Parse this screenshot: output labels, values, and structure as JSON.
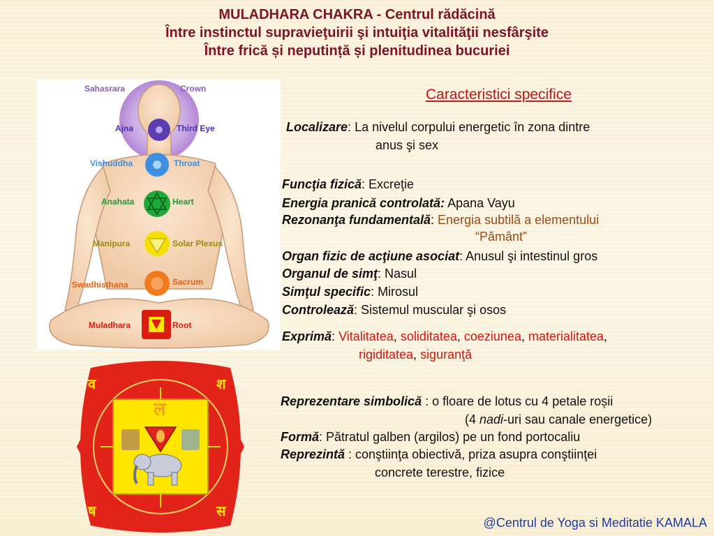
{
  "title": {
    "line1": "MULADHARA CHAKRA - Centrul rădăcină",
    "line2": "Între instinctul supravieţuirii şi intuiţia vitalităţii nesfârşite",
    "line3": "Între frică și neputință și plenitudinea bucuriei"
  },
  "figure": {
    "labels": {
      "sahasrara": "Sahasrara",
      "crown": "Crown",
      "ajna": "Ajna",
      "third_eye": "Third Eye",
      "vishuddha": "Vishuddha",
      "throat": "Throat",
      "anahata": "Anahata",
      "heart": "Heart",
      "manipura": "Manipura",
      "solar_plexus": "Solar Plexus",
      "swadhisthana": "Swadhisthana",
      "sacrum": "Sacrum",
      "muladhara": "Muladhara",
      "root": "Root"
    },
    "colors": {
      "crown": "#9b5fc8",
      "third_eye": "#5b3fb0",
      "throat": "#3d8fe0",
      "heart": "#22a838",
      "solar_plexus": "#f3e000",
      "sacral": "#f07a1c",
      "root": "#d91e10"
    }
  },
  "content": {
    "heading": "Caracteristici specifice",
    "localizare": {
      "label": "Localizare",
      "sep": ":",
      "line1": " La nivelul corpului energetic în zona dintre",
      "line2": "anus şi sex"
    },
    "functia": {
      "label": "Funcţia fizică",
      "sep": ":",
      "value": " Excreţie"
    },
    "energia": {
      "label": "Energia pranică controlată:",
      "value": " Apana Vayu"
    },
    "rezonanta": {
      "label": "Rezonanţa fundamentală",
      "sep": ":",
      "line1": " Energia subtilă a elementului",
      "line2": "“Pământ”"
    },
    "organ_actiune": {
      "label": "Organ fizic de acţiune asociat",
      "sep": ":",
      "value": " Anusul şi intestinul gros"
    },
    "organ_simt": {
      "label": "Organul de simţ",
      "sep": ":",
      "value": " Nasul"
    },
    "simtul": {
      "label": "Simţul specific",
      "sep": ":",
      "value": " Mirosul"
    },
    "controleaza": {
      "label": "Controlează",
      "sep": ":",
      "value": " Sistemul muscular şi osos"
    },
    "exprima": {
      "label": "Exprimă",
      "sep": ": ",
      "items": [
        "Vitalitatea",
        "soliditatea",
        "coeziunea",
        "materialitatea",
        "rigiditatea",
        "siguranţă"
      ],
      "comma": ", ",
      "trail": ","
    },
    "reprezentare": {
      "label": "Reprezentare simbolică",
      "line1": " : o floare de lotus cu 4 petale roșii",
      "line2_pre": "(4 ",
      "line2_em": "nadi",
      "line2_post": "-uri sau canale energetice)"
    },
    "forma": {
      "label": "Formă",
      "sep": ":",
      "value": " Pătratul galben (argilos) pe un fond portocaliu"
    },
    "reprezinta": {
      "label": "Reprezintă",
      "line1": " : conştiinţa obiectivă, priza asupra conştiinţei",
      "line2": "concrete terestre, fizice"
    }
  },
  "footer": "@Centrul de Yoga si Meditatie KAMALA",
  "colors": {
    "title": "#7a1426",
    "heading": "#c0131c",
    "highlight_red": "#d2140f",
    "highlight_brown": "#9b4a12",
    "footer": "#203d9a",
    "yantra_red": "#e2231a",
    "yantra_yellow": "#ffe600"
  }
}
